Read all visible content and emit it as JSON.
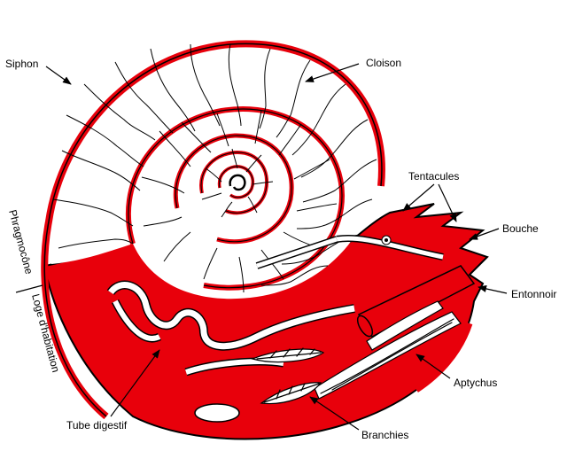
{
  "diagram": {
    "labels": {
      "siphon": "Siphon",
      "cloison": "Cloison",
      "tentacules": "Tentacules",
      "bouche": "Bouche",
      "entonnoir": "Entonnoir",
      "aptychus": "Aptychus",
      "branchies": "Branchies",
      "tube_digestif": "Tube digestif",
      "phragmocone": "Phragmocône",
      "loge_habitation": "Loge d'habitation"
    },
    "colors": {
      "body": "#e8000b",
      "outline": "#000000",
      "shell": "#ffffff"
    }
  }
}
